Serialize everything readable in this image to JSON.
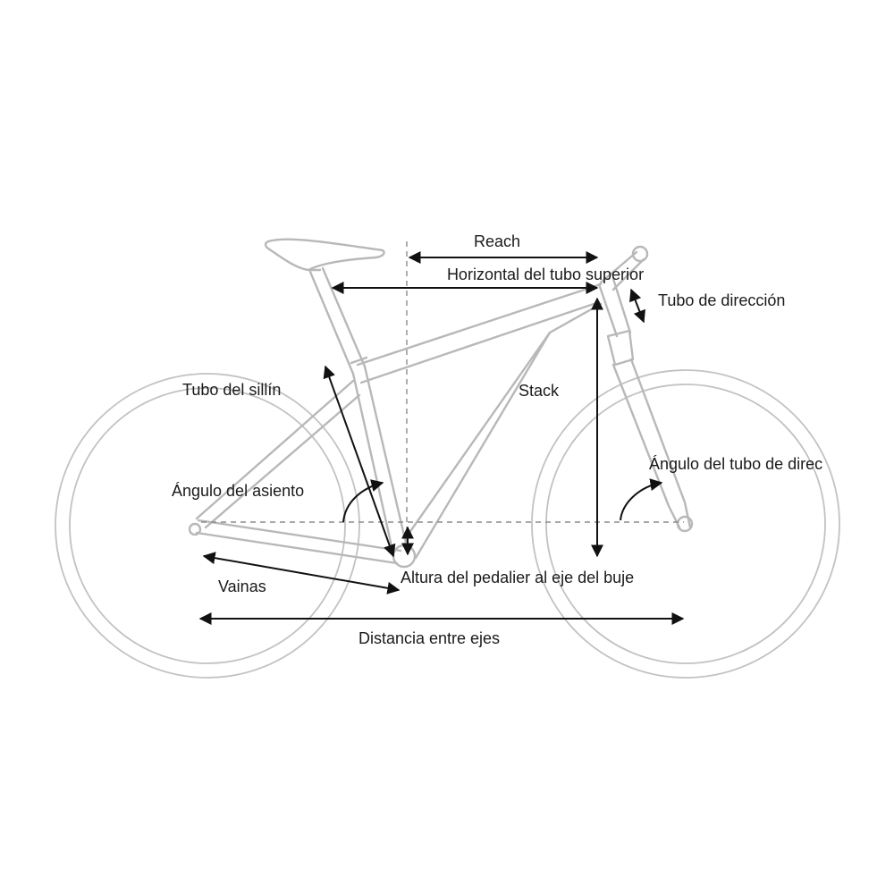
{
  "labels": {
    "reach": "Reach",
    "top_tube_horizontal": "Horizontal del tubo superior",
    "head_tube": "Tubo de dirección",
    "stack": "Stack",
    "seat_tube": "Tubo del sillín",
    "seat_angle": "Ángulo del asiento",
    "head_angle": "Ángulo del tubo de direc",
    "chainstays": "Vainas",
    "bb_drop": "Altura del pedalier al eje del buje",
    "wheelbase": "Distancia entre ejes"
  },
  "colors": {
    "frame_line": "#b8b8b8",
    "dimension_line": "#111111",
    "dashed_guide": "#8c8c8c",
    "text": "#1a1a1a",
    "background": "#ffffff"
  }
}
